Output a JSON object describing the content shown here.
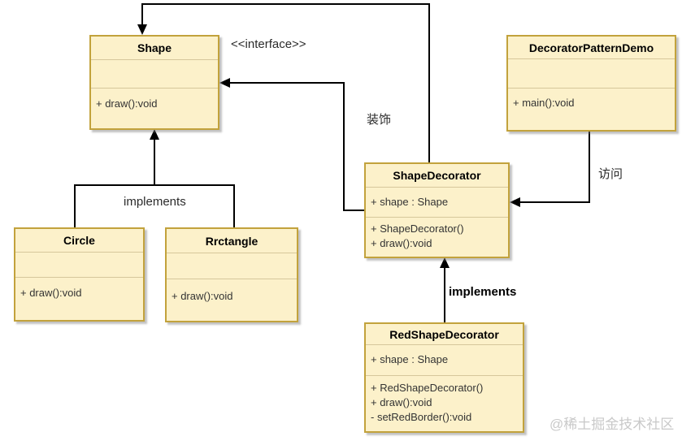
{
  "diagram": {
    "classes": {
      "shape": {
        "title": "Shape",
        "attributes": [],
        "methods": [
          "+ draw():void"
        ]
      },
      "demo": {
        "title": "DecoratorPatternDemo",
        "attributes": [],
        "methods": [
          "+ main():void"
        ]
      },
      "shape_decorator": {
        "title": "ShapeDecorator",
        "attributes": [
          "+ shape : Shape"
        ],
        "methods": [
          "+ ShapeDecorator()",
          "+ draw():void"
        ]
      },
      "red_shape_decorator": {
        "title": "RedShapeDecorator",
        "attributes": [
          "+ shape : Shape"
        ],
        "methods": [
          "+ RedShapeDecorator()",
          "+ draw():void",
          "- setRedBorder():void"
        ]
      },
      "circle": {
        "title": "Circle",
        "attributes": [],
        "methods": [
          "+ draw():void"
        ]
      },
      "rrctangle": {
        "title": "Rrctangle",
        "attributes": [],
        "methods": [
          "+ draw():void"
        ]
      }
    },
    "labels": {
      "interface_note": "<<interface>>"
    },
    "relationships": {
      "aggregation_top": {
        "from": "ShapeDecorator",
        "to": "Shape",
        "label": ""
      },
      "decorate": {
        "from": "ShapeDecorator",
        "to": "Shape",
        "label": "装饰"
      },
      "implements_shapes": {
        "from": "Circle / Rrctangle",
        "to": "Shape",
        "label": "implements"
      },
      "access": {
        "from": "DecoratorPatternDemo",
        "to": "ShapeDecorator",
        "label": "访问"
      },
      "implements_red": {
        "from": "RedShapeDecorator",
        "to": "ShapeDecorator",
        "label": "implements"
      }
    },
    "watermark": "@稀土掘金技术社区",
    "colors": {
      "box_fill": "#fcf1ca",
      "box_border": "#c2a23c",
      "section_divider": "#d6c79b",
      "line": "#000000",
      "member_text": "#333333",
      "watermark": "#c9c9c9"
    }
  }
}
